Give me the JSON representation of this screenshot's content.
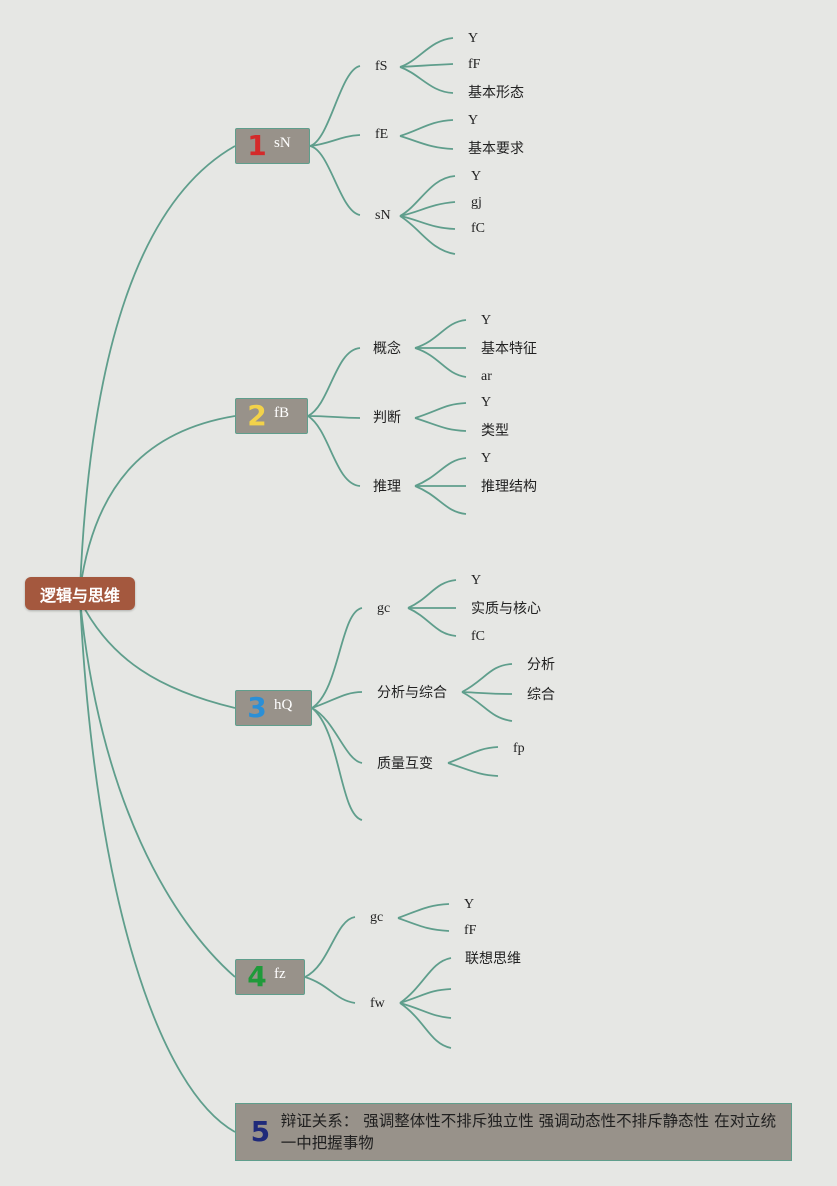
{
  "root": {
    "label": "逻辑与思维"
  },
  "branches": [
    {
      "number": "1",
      "label": "sN",
      "subs": [
        {
          "label": "fS",
          "leaves": [
            "Y",
            "fF",
            "基本形态"
          ]
        },
        {
          "label": "fE",
          "leaves": [
            "Y",
            "基本要求"
          ]
        },
        {
          "label": "sN",
          "leaves": [
            "Y",
            "gj",
            "fC",
            ""
          ]
        }
      ]
    },
    {
      "number": "2",
      "label": "fB",
      "subs": [
        {
          "label": "概念",
          "leaves": [
            "Y",
            "基本特征",
            "ar"
          ]
        },
        {
          "label": "判断",
          "leaves": [
            "Y",
            "类型"
          ]
        },
        {
          "label": "推理",
          "leaves": [
            "Y",
            "推理结构",
            ""
          ]
        }
      ]
    },
    {
      "number": "3",
      "label": "hQ",
      "subs": [
        {
          "label": "gc",
          "leaves": [
            "Y",
            "实质与核心",
            "fC"
          ]
        },
        {
          "label": "分析与综合",
          "leaves": [
            "分析",
            "综合",
            ""
          ]
        },
        {
          "label": "质量互变",
          "leaves": [
            "fp",
            ""
          ]
        },
        {
          "label": "",
          "leaves": []
        }
      ]
    },
    {
      "number": "4",
      "label": "fz",
      "subs": [
        {
          "label": "gc",
          "leaves": [
            "Y",
            "fF"
          ]
        },
        {
          "label": "fw",
          "leaves": [
            "联想思维",
            "",
            "",
            ""
          ]
        }
      ]
    },
    {
      "number": "5",
      "label": "辩证关系：  强调整体性不排斥独立性 强调动态性不排斥静态性 在对立统一中把握事物",
      "subs": []
    }
  ],
  "colors": {
    "edge": "#5f9e8c",
    "root_fill": "#a4583e",
    "branch_fill": "#98928a",
    "num1": "#d42a2a",
    "num2": "#f2d24a",
    "num3": "#2b8fd6",
    "num4": "#1f9a3a",
    "num5": "#1f2a7a"
  }
}
